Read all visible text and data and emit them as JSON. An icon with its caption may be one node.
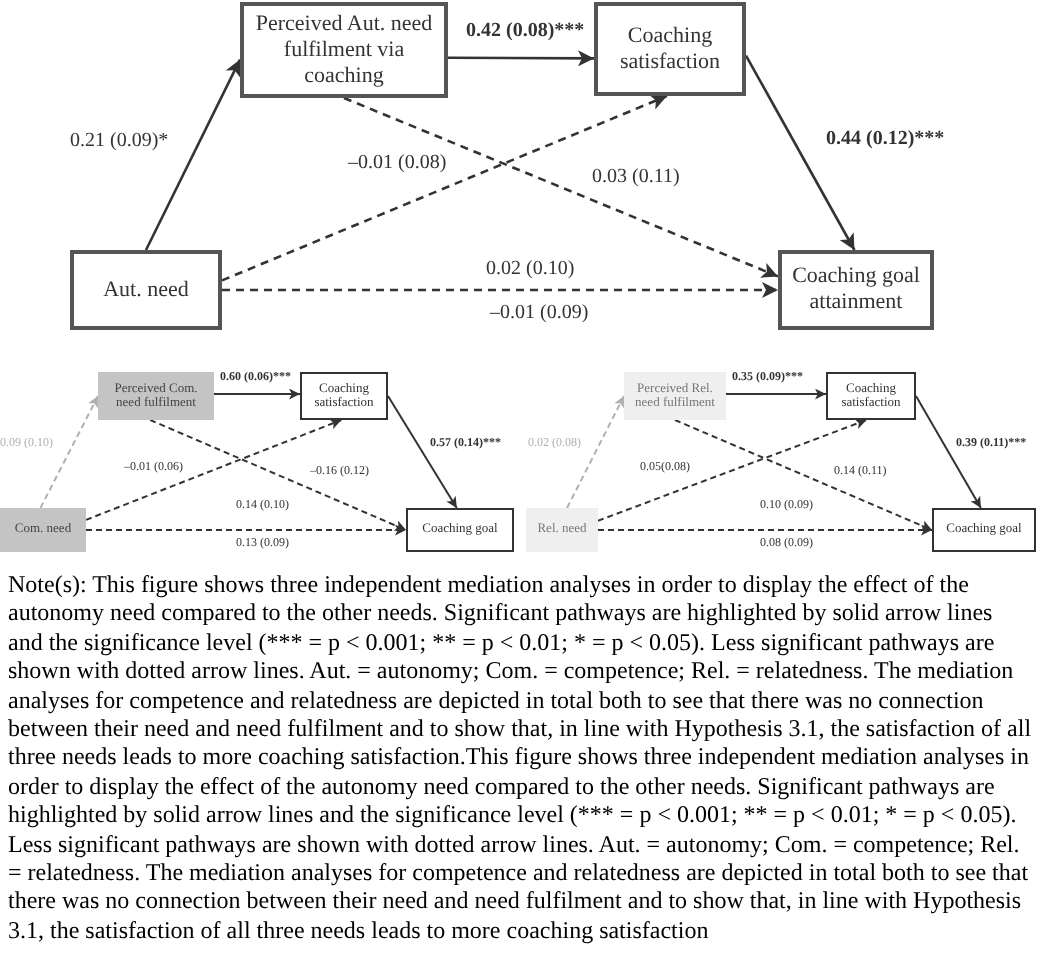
{
  "diagram": {
    "caption": "Note(s): This figure shows three independent mediation analyses in order to display the effect of the autonomy need compared to the other needs. Significant pathways are highlighted by solid arrow lines and the significance level (*** = p < 0.001; ** = p < 0.01; * = p < 0.05). Less significant pathways are shown with dotted arrow lines. Aut. = autonomy; Com. = competence; Rel. = relatedness. The mediation analyses for competence and relatedness are depicted in total both to see that there was no connection between their need and need fulfilment and to show that, in line with Hypothesis 3.1, the satisfaction of all three needs leads to more coaching satisfaction.This figure shows three independent mediation analyses in order to display the effect of the autonomy need compared to the other needs. Significant pathways are highlighted by solid arrow lines and the significance level (*** = p < 0.001; ** = p < 0.01; * = p < 0.05). Less significant pathways are shown with dotted arrow lines. Aut. = autonomy; Com. = competence; Rel. = relatedness. The mediation analyses for competence and relatedness are depicted in total both to see that there was no connection between their need and need fulfilment and to show that, in line with Hypothesis 3.1, the satisfaction of all three needs leads to more coaching satisfaction",
    "nodes": [
      {
        "text": [
          "Perceived Aut. need fulfilment via coaching"
        ]
      },
      {
        "text": [
          "Coaching satisfaction"
        ]
      },
      {
        "text": [
          "Aut. need"
        ]
      },
      {
        "text": [
          "Coaching goal attainment"
        ]
      },
      {
        "text": [
          "Perceived Com. need fulfilment"
        ]
      },
      {
        "text": [
          "Coaching satisfaction"
        ]
      },
      {
        "text": [
          "Com. need"
        ]
      },
      {
        "text": [
          "Coaching goal"
        ]
      },
      {
        "text": [
          "Perceived Rel. need fulfilment"
        ]
      },
      {
        "text": [
          "Coaching satisfaction"
        ]
      },
      {
        "text": [
          "Rel. need"
        ]
      },
      {
        "text": [
          "Coaching goal"
        ]
      }
    ],
    "edges": [
      {
        "from": 2,
        "to": 0,
        "arrow": "to",
        "label": "0.21 (0.09)*"
      },
      {
        "from": 0,
        "to": 1,
        "arrow": "to",
        "label": "0.42 (0.08)***"
      },
      {
        "from": 1,
        "to": 3,
        "arrow": "to",
        "label": "0.44 (0.12)***"
      },
      {
        "from": 0,
        "to": 3,
        "arrow": "to",
        "label": "0.03 (0.11)",
        "style": "dashed"
      },
      {
        "from": 2,
        "to": 1,
        "arrow": "to",
        "label": "–0.01 (0.08)",
        "style": "dashed"
      },
      {
        "from": 2,
        "to": 3,
        "arrow": "to",
        "label": "0.02 (0.10)",
        "style": "dashed"
      },
      {
        "from": 6,
        "to": 4,
        "arrow": "to",
        "label": "0.09 (0.10)",
        "style": "dashed",
        "color": "#b0b0b0"
      },
      {
        "from": 4,
        "to": 5,
        "arrow": "to",
        "label": "0.60 (0.06)***"
      },
      {
        "from": 5,
        "to": 7,
        "arrow": "to",
        "label": "0.57 (0.14)***"
      },
      {
        "from": 4,
        "to": 7,
        "arrow": "to",
        "label": "–0.16 (0.12)",
        "style": "dashed"
      },
      {
        "from": 6,
        "to": 5,
        "arrow": "to",
        "label": "–0.01 (0.06)",
        "style": "dashed"
      },
      {
        "from": 6,
        "to": 7,
        "arrow": "to",
        "label": "0.14 (0.10)",
        "style": "dashed"
      },
      {
        "from": 10,
        "to": 8,
        "arrow": "to",
        "label": "0.02 (0.08)",
        "style": "dashed",
        "color": "#b0b0b0"
      },
      {
        "from": 8,
        "to": 9,
        "arrow": "to",
        "label": "0.35 (0.09)***"
      },
      {
        "from": 9,
        "to": 11,
        "arrow": "to",
        "label": "0.39 (0.11)***"
      },
      {
        "from": 8,
        "to": 11,
        "arrow": "to",
        "label": "0.14 (0.11)",
        "style": "dashed"
      },
      {
        "from": 10,
        "to": 9,
        "arrow": "to",
        "label": "0.05(0.08)",
        "style": "dashed"
      },
      {
        "from": 10,
        "to": 11,
        "arrow": "to",
        "label": "0.10 (0.09)",
        "style": "dashed"
      }
    ],
    "labels": [
      "–0.01 (0.09)",
      "0.13 (0.09)",
      "0.08 (0.09)"
    ]
  }
}
